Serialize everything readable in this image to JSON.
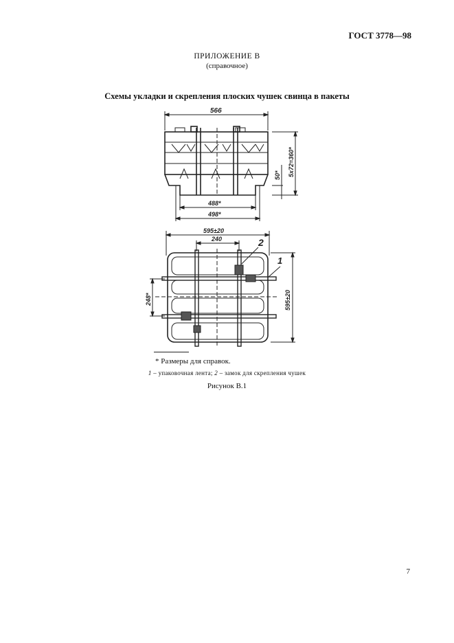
{
  "header": {
    "standard": "ГОСТ 3778—98"
  },
  "appendix": {
    "title": "ПРИЛОЖЕНИЕ В",
    "subtitle": "(справочное)"
  },
  "section_title": "Схемы укладки и скрепления  плоских чушек свинца в пакеты",
  "drawing": {
    "top_view": {
      "dim_width": "566",
      "dim_height": "5x72=360*",
      "dim_step": "50*",
      "dim_inner_1": "488*",
      "dim_inner_2": "498*"
    },
    "plan_view": {
      "dim_width": "595±20",
      "dim_band_spacing": "240",
      "dim_height": "595±20",
      "dim_cross_spacing": "248*",
      "callout_1": "1",
      "callout_2": "2"
    }
  },
  "footnote": "* Размеры для справок.",
  "legend": {
    "item1_num": "1",
    "item1_text": " – упаковочная лента; ",
    "item2_num": "2",
    "item2_text": " – замок для скрепления чушек"
  },
  "figure_caption": "Рисунок В.1",
  "page_number": "7"
}
